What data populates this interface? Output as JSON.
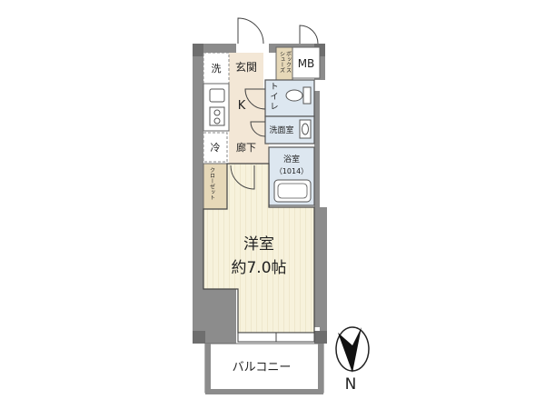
{
  "rooms": {
    "washer": "洗",
    "entrance": "玄関",
    "shoe_box_1": "シューズ",
    "shoe_box_2": "ボックス",
    "mb": "MB",
    "kitchen": "K",
    "toilet_1": "ト",
    "toilet_2": "イ",
    "toilet_3": "レ",
    "washroom": "洗面室",
    "fridge": "冷",
    "hallway": "廊下",
    "bath": "浴室",
    "bath_size": "（1014）",
    "closet": "クローゼット",
    "western_room": "洋室",
    "western_room_size": "約7.0帖",
    "balcony": "バルコニー"
  },
  "compass": {
    "north": "N"
  },
  "colors": {
    "wall": "#8c8c8c",
    "wall_dark": "#6e6e6e",
    "entry_floor": "#f3e7d6",
    "wet_floor": "#dde7f0",
    "room_floor": "#f7f2dc",
    "closet_floor": "#e6d8b8",
    "line": "#444444"
  }
}
